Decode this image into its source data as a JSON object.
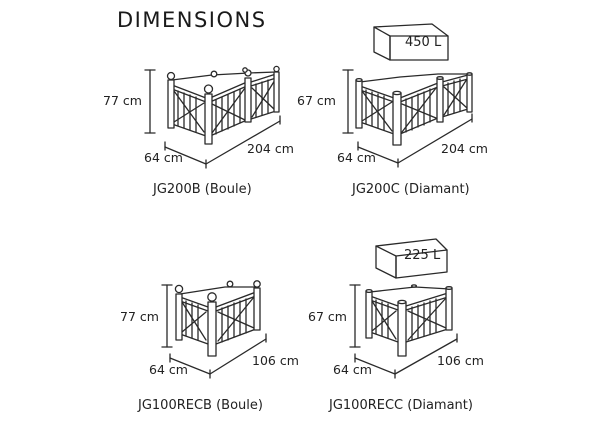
{
  "title": "DIMENSIONS",
  "products": [
    {
      "code": "JG200B (Boule)",
      "height": "77 cm",
      "depth": "64 cm",
      "length": "204 cm",
      "volume": null
    },
    {
      "code": "JG200C (Diamant)",
      "height": "67 cm",
      "depth": "64 cm",
      "length": "204 cm",
      "volume": "450 L"
    },
    {
      "code": "JG100RECB (Boule)",
      "height": "77 cm",
      "depth": "64 cm",
      "length": "106 cm",
      "volume": null
    },
    {
      "code": "JG100RECC (Diamant)",
      "height": "67 cm",
      "depth": "64 cm",
      "length": "106 cm",
      "volume": "225 L"
    }
  ],
  "colors": {
    "line": "#2a2a2a",
    "background": "#ffffff"
  }
}
